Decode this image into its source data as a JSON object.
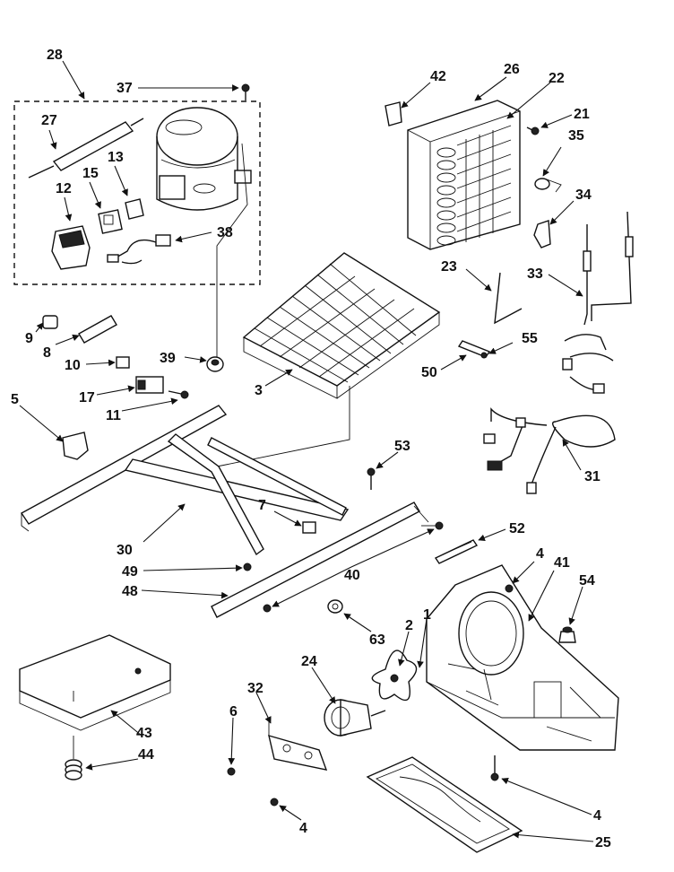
{
  "labels": {
    "l28": "28",
    "l37": "37",
    "l27": "27",
    "l13": "13",
    "l15": "15",
    "l12": "12",
    "l38": "38",
    "l42": "42",
    "l26": "26",
    "l22": "22",
    "l21": "21",
    "l35": "35",
    "l34": "34",
    "l23": "23",
    "l33": "33",
    "l55": "55",
    "l50": "50",
    "l31": "31",
    "l9": "9",
    "l8": "8",
    "l10": "10",
    "l17": "17",
    "l11": "11",
    "l39": "39",
    "l3": "3",
    "l5": "5",
    "l53": "53",
    "l7": "7",
    "l30": "30",
    "l49": "49",
    "l48": "48",
    "l40": "40",
    "l52": "52",
    "l4a": "4",
    "l41": "41",
    "l54": "54",
    "l63": "63",
    "l2": "2",
    "l1": "1",
    "l24": "24",
    "l32": "32",
    "l6": "6",
    "l43": "43",
    "l44": "44",
    "l4b": "4",
    "l4c": "4",
    "l25": "25"
  }
}
